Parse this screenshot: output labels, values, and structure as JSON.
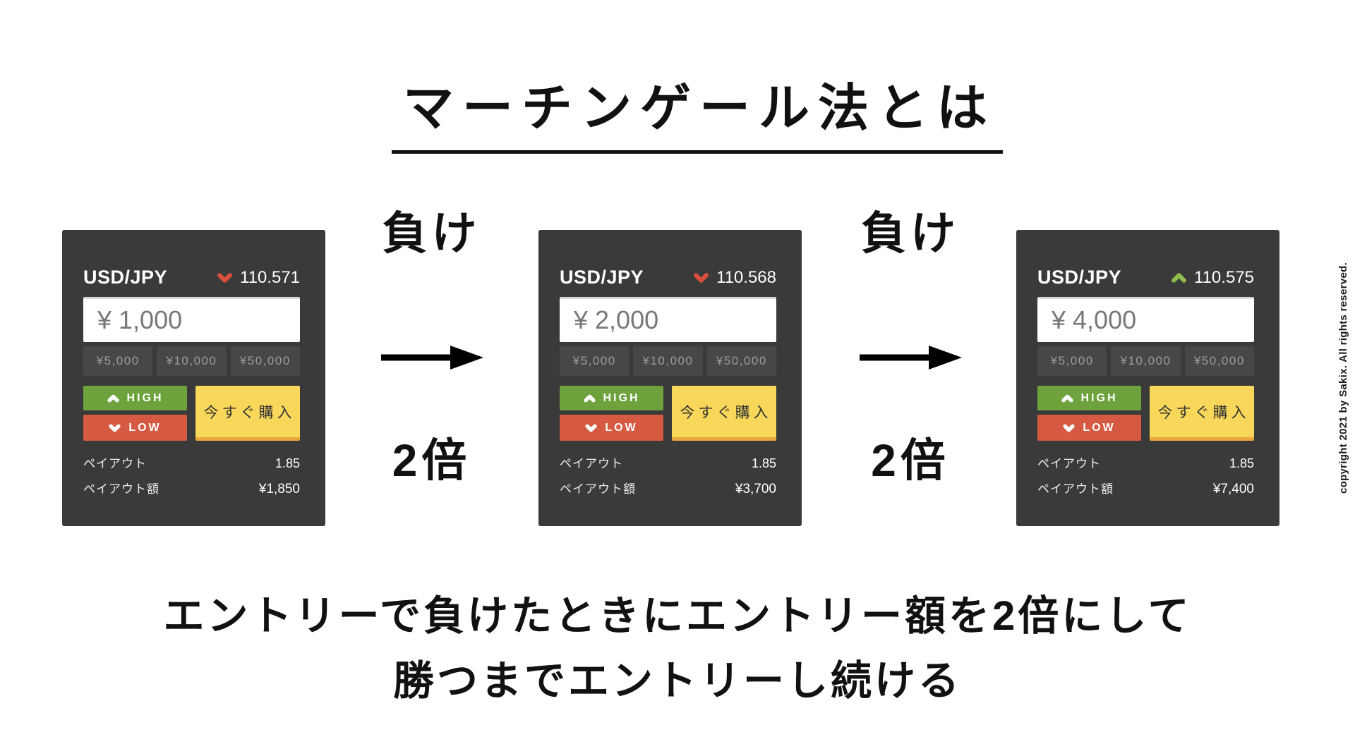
{
  "title": "マーチンゲール法とは",
  "connector": {
    "lose_label": "負け",
    "double_label": "2倍"
  },
  "cards": [
    {
      "pair": "USD/JPY",
      "trend": "down",
      "price": "110.571",
      "amount": "¥ 1,000",
      "presets": [
        "¥5,000",
        "¥10,000",
        "¥50,000"
      ],
      "high_label": "HIGH",
      "low_label": "LOW",
      "buy_label": "今すぐ購入",
      "payout_label": "ペイアウト",
      "payout_value": "1.85",
      "payout_amount_label": "ペイアウト額",
      "payout_amount_value": "¥1,850"
    },
    {
      "pair": "USD/JPY",
      "trend": "down",
      "price": "110.568",
      "amount": "¥ 2,000",
      "presets": [
        "¥5,000",
        "¥10,000",
        "¥50,000"
      ],
      "high_label": "HIGH",
      "low_label": "LOW",
      "buy_label": "今すぐ購入",
      "payout_label": "ペイアウト",
      "payout_value": "1.85",
      "payout_amount_label": "ペイアウト額",
      "payout_amount_value": "¥3,700"
    },
    {
      "pair": "USD/JPY",
      "trend": "up",
      "price": "110.575",
      "amount": "¥ 4,000",
      "presets": [
        "¥5,000",
        "¥10,000",
        "¥50,000"
      ],
      "high_label": "HIGH",
      "low_label": "LOW",
      "buy_label": "今すぐ購入",
      "payout_label": "ペイアウト",
      "payout_value": "1.85",
      "payout_amount_label": "ペイアウト額",
      "payout_amount_value": "¥7,400"
    }
  ],
  "caption": {
    "line1": "エントリーで負けたときにエントリー額を2倍にして",
    "line2": "勝つまでエントリーし続ける"
  },
  "copyright": "copyright 2021 by Sakix. All rights reserved.",
  "colors": {
    "card_bg": "#3a3a3a",
    "high_green": "#6da23d",
    "low_red": "#d65942",
    "buy_yellow": "#f8d75a",
    "buy_border_orange": "#eba63d",
    "trend_down_red": "#d94f3d",
    "trend_up_green": "#8fbb4e"
  }
}
